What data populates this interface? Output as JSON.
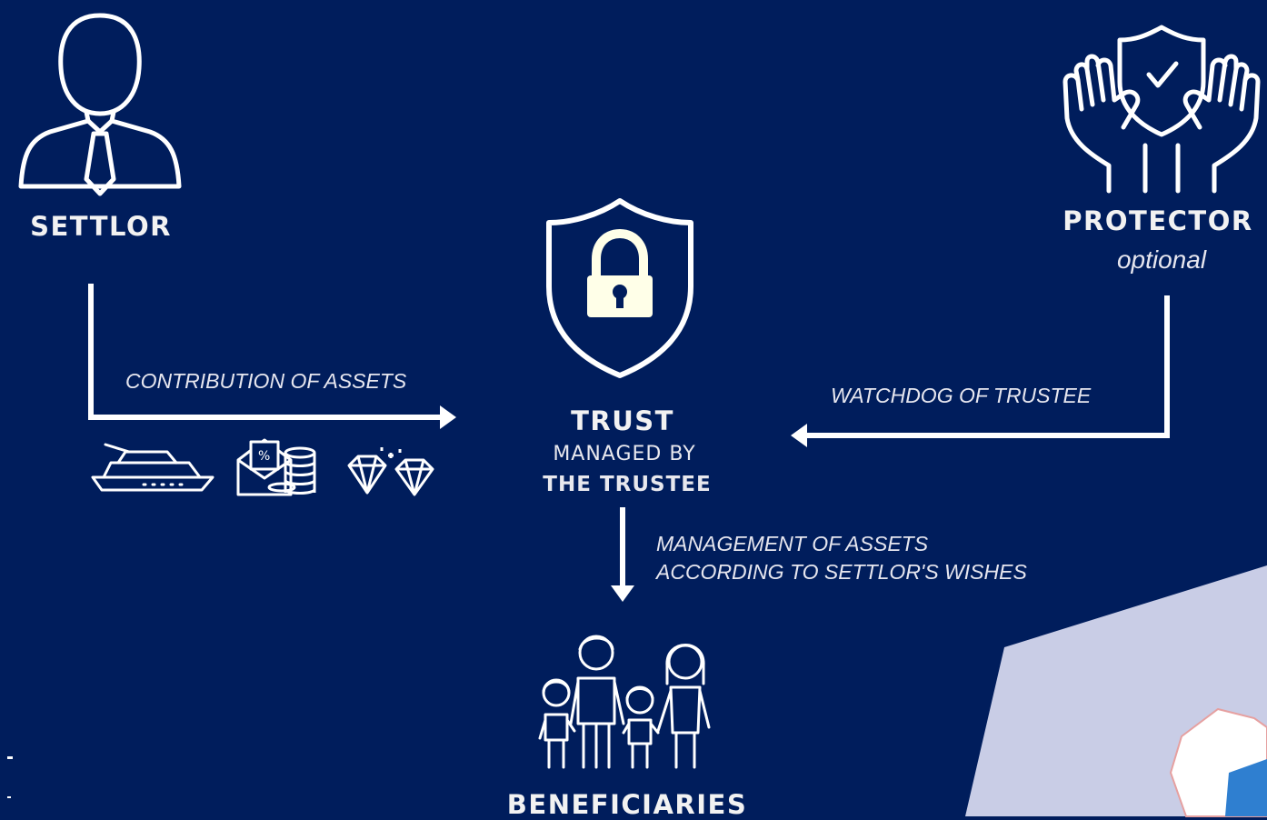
{
  "settlor": {
    "label": "SETTLOR"
  },
  "protector": {
    "label": "PROTECTOR",
    "note": "optional"
  },
  "trust": {
    "label": "TRUST",
    "managed_by": "MANAGED BY",
    "trustee": "THE TRUSTEE"
  },
  "arrows": {
    "contribution": "CONTRIBUTION OF ASSETS",
    "watchdog": "WATCHDOG OF TRUSTEE",
    "management_line1": "MANAGEMENT OF ASSETS",
    "management_line2": "ACCORDING TO SETTLOR'S WISHES"
  },
  "beneficiaries": {
    "label": "BENEFICIARIES"
  },
  "colors": {
    "background": "#001d5c",
    "foreground": "#ffffff",
    "accent_panel": "#c9cde6"
  }
}
